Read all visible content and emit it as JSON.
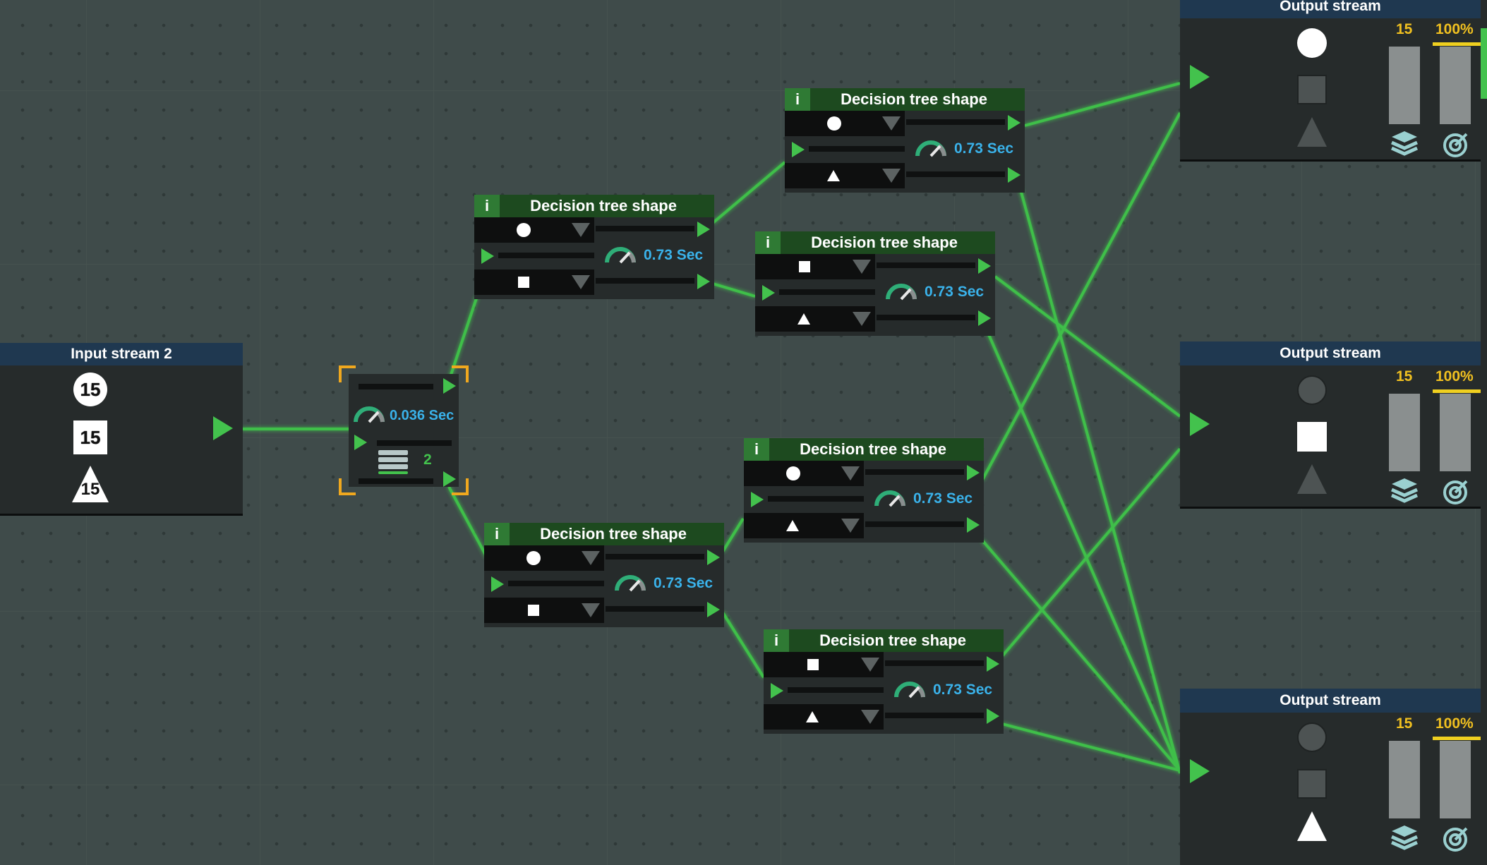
{
  "input_stream": {
    "title": "Input stream 2",
    "items": [
      {
        "shape": "circle",
        "count": "15"
      },
      {
        "shape": "square",
        "count": "15"
      },
      {
        "shape": "triangle",
        "count": "15"
      }
    ]
  },
  "splitter": {
    "speed": "0.036 Sec",
    "outputs": "2"
  },
  "decision_nodes": [
    {
      "title": "Decision tree shape",
      "top_shape": "circle",
      "bottom_shape": "square",
      "speed": "0.73 Sec"
    },
    {
      "title": "Decision tree shape",
      "top_shape": "circle",
      "bottom_shape": "square",
      "speed": "0.73 Sec"
    },
    {
      "title": "Decision tree shape",
      "top_shape": "circle",
      "bottom_shape": "triangle",
      "speed": "0.73 Sec"
    },
    {
      "title": "Decision tree shape",
      "top_shape": "square",
      "bottom_shape": "triangle",
      "speed": "0.73 Sec"
    },
    {
      "title": "Decision tree shape",
      "top_shape": "circle",
      "bottom_shape": "triangle",
      "speed": "0.73 Sec"
    },
    {
      "title": "Decision tree shape",
      "top_shape": "square",
      "bottom_shape": "triangle",
      "speed": "0.73 Sec"
    }
  ],
  "output_streams": [
    {
      "title": "Output stream",
      "active_shape": "circle",
      "count": "15",
      "percent": "100%",
      "count_level": 1.0,
      "percent_level": 1.0
    },
    {
      "title": "Output stream",
      "active_shape": "square",
      "count": "15",
      "percent": "100%",
      "count_level": 1.0,
      "percent_level": 1.0
    },
    {
      "title": "Output stream",
      "active_shape": "triangle",
      "count": "15",
      "percent": "100%",
      "count_level": 1.0,
      "percent_level": 1.0
    }
  ],
  "colors": {
    "wire": "#3fd44a",
    "accent_green": "#43c24d",
    "speed_text": "#3ab2ea",
    "yellow": "#f0c020",
    "selection": "#f0a81e"
  }
}
